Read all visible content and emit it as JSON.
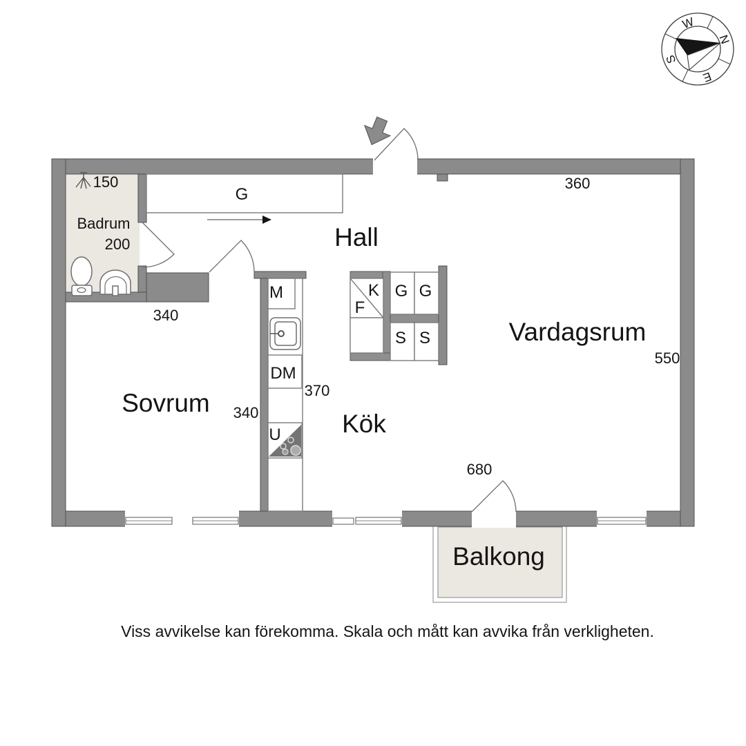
{
  "rooms": {
    "hall": "Hall",
    "livingroom": "Vardagsrum",
    "bedroom": "Sovrum",
    "kitchen": "Kök",
    "bathroom": "Badrum",
    "balcony": "Balkong"
  },
  "dimensions": {
    "bathroom_width": "150",
    "bathroom_depth": "200",
    "hall_width": "340",
    "bedroom_width": "340",
    "kitchen_depth": "370",
    "livingroom_width": "360",
    "livingroom_depth": "550",
    "balcony_width": "680"
  },
  "fixtures": {
    "hall_wardrobe": "G",
    "microwave": "M",
    "dishwasher": "DM",
    "oven": "U",
    "fridge": "K",
    "freezer": "F",
    "wardrobe_1": "G",
    "wardrobe_2": "G",
    "closet_1": "S",
    "closet_2": "S"
  },
  "compass": {
    "north": "N",
    "east": "E",
    "south": "S",
    "west": "W"
  },
  "footer": {
    "disclaimer": "Viss avvikelse kan förekomma. Skala och mått kan avvika från verkligheten."
  },
  "colors": {
    "wall": "#8b8b8b",
    "wall_outline": "#4f4f4f",
    "floor_accent": "#ebe7e1",
    "fixture_line": "#7a7a7a",
    "text": "#141414"
  }
}
